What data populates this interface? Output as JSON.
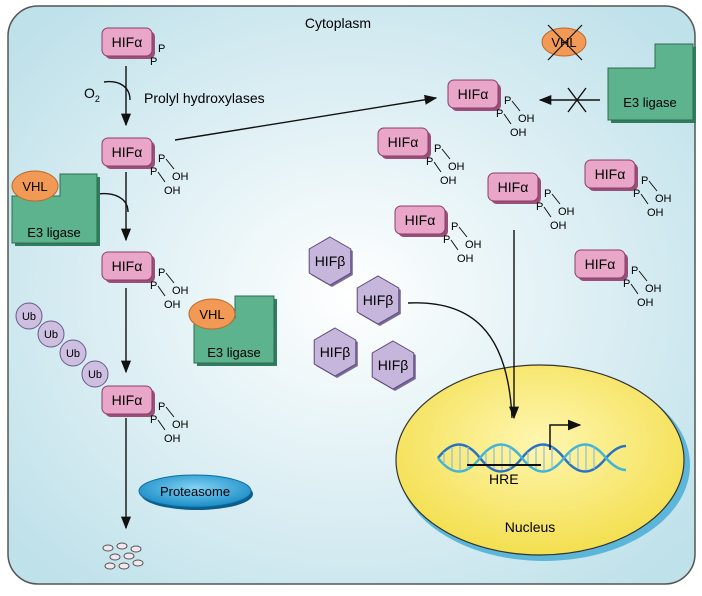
{
  "labels": {
    "cytoplasm": "Cytoplasm",
    "oxygen": "O",
    "oxygen_sub": "2",
    "prolyl": "Prolyl hydroxylases",
    "nucleus": "Nucleus",
    "hre": "HRE",
    "proteasome": "Proteasome"
  },
  "molecules": {
    "hif_alpha": "HIFα",
    "hif_beta": "HIFβ",
    "vhl": "VHL",
    "e3": "E3 ligase",
    "ub": "Ub",
    "p": "P",
    "oh": "OH"
  },
  "colors": {
    "cell_fill": "#d6ecf1",
    "hif_alpha": "#e9a6c8",
    "hif_beta": "#c7b6dc",
    "vhl": "#f29a55",
    "e3": "#5cb38d",
    "ub": "#cdbfe0",
    "nucleus": "#f6e56a",
    "proteasome": "#2aa0d6"
  }
}
